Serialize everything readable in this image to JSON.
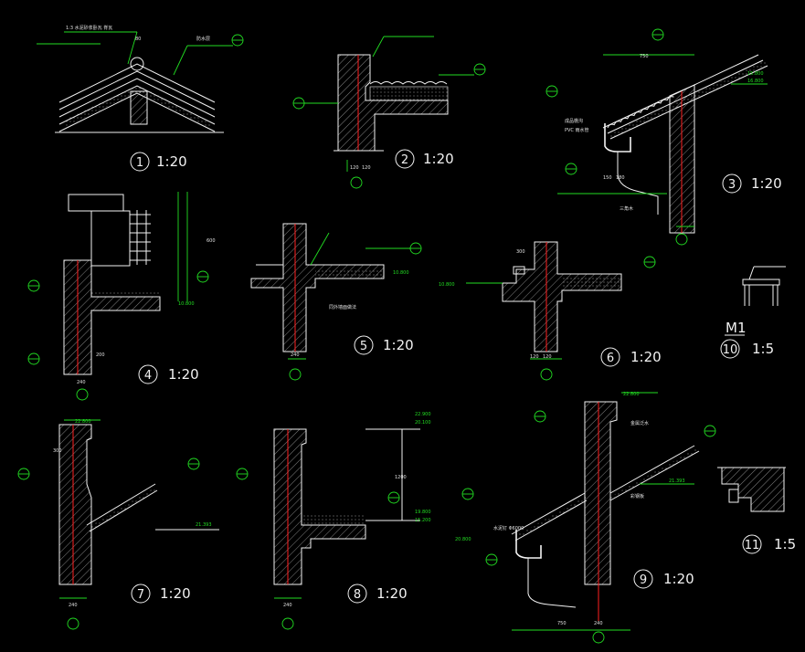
{
  "details": [
    {
      "id": "1",
      "scale": "1:20"
    },
    {
      "id": "2",
      "scale": "1:20"
    },
    {
      "id": "3",
      "scale": "1:20"
    },
    {
      "id": "4",
      "scale": "1:20"
    },
    {
      "id": "5",
      "scale": "1:20"
    },
    {
      "id": "6",
      "scale": "1:20"
    },
    {
      "id": "7",
      "scale": "1:20"
    },
    {
      "id": "8",
      "scale": "1:20"
    },
    {
      "id": "9",
      "scale": "1:20"
    },
    {
      "id": "10",
      "scale": "1:5"
    },
    {
      "id": "11",
      "scale": "1:5"
    }
  ],
  "door_label": "M1",
  "elevations": {
    "e3a": "15.800",
    "e3b": "16.800",
    "e4": "10.800",
    "e5": "10.800",
    "e6": "10.800",
    "e7a": "22.800",
    "e7b": "21.393",
    "e8a": "22.900",
    "e8b": "20.100",
    "e8c": "19.800",
    "e8d": "15.200",
    "e9a": "22.800",
    "e9b": "21.393",
    "e9c": "20.800"
  },
  "dims": {
    "d240": "240",
    "d120a": "120",
    "d120b": "120",
    "d750": "750",
    "d150": "150",
    "d180": "180",
    "d200": "200",
    "d300": "300",
    "d600": "600",
    "d80": "80",
    "d1200": "1200"
  },
  "annotations": {
    "a1": "1:3 水泥砂浆卧瓦 脊瓦",
    "a2": "防水层",
    "a3": "金属泛水",
    "a4": "成品檐沟",
    "a5": "PVC 雨水管",
    "a6": "水泥钉 Φ6000",
    "a7": "同外墙面做法",
    "a8": "彩钢板",
    "a9": "三角木"
  }
}
